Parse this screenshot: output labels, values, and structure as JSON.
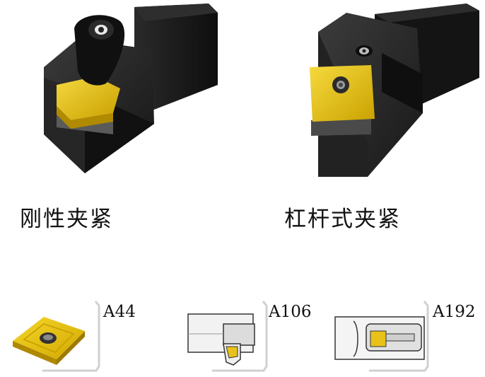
{
  "captions": {
    "rigid_clamp": "刚性夹紧",
    "lever_clamp": "杠杆式夹紧"
  },
  "references": [
    {
      "code": "A44"
    },
    {
      "code": "A106"
    },
    {
      "code": "A192"
    }
  ],
  "colors": {
    "holder_body": "#1c1c1c",
    "insert_gold": "#e8c21a",
    "background": "#ffffff"
  }
}
